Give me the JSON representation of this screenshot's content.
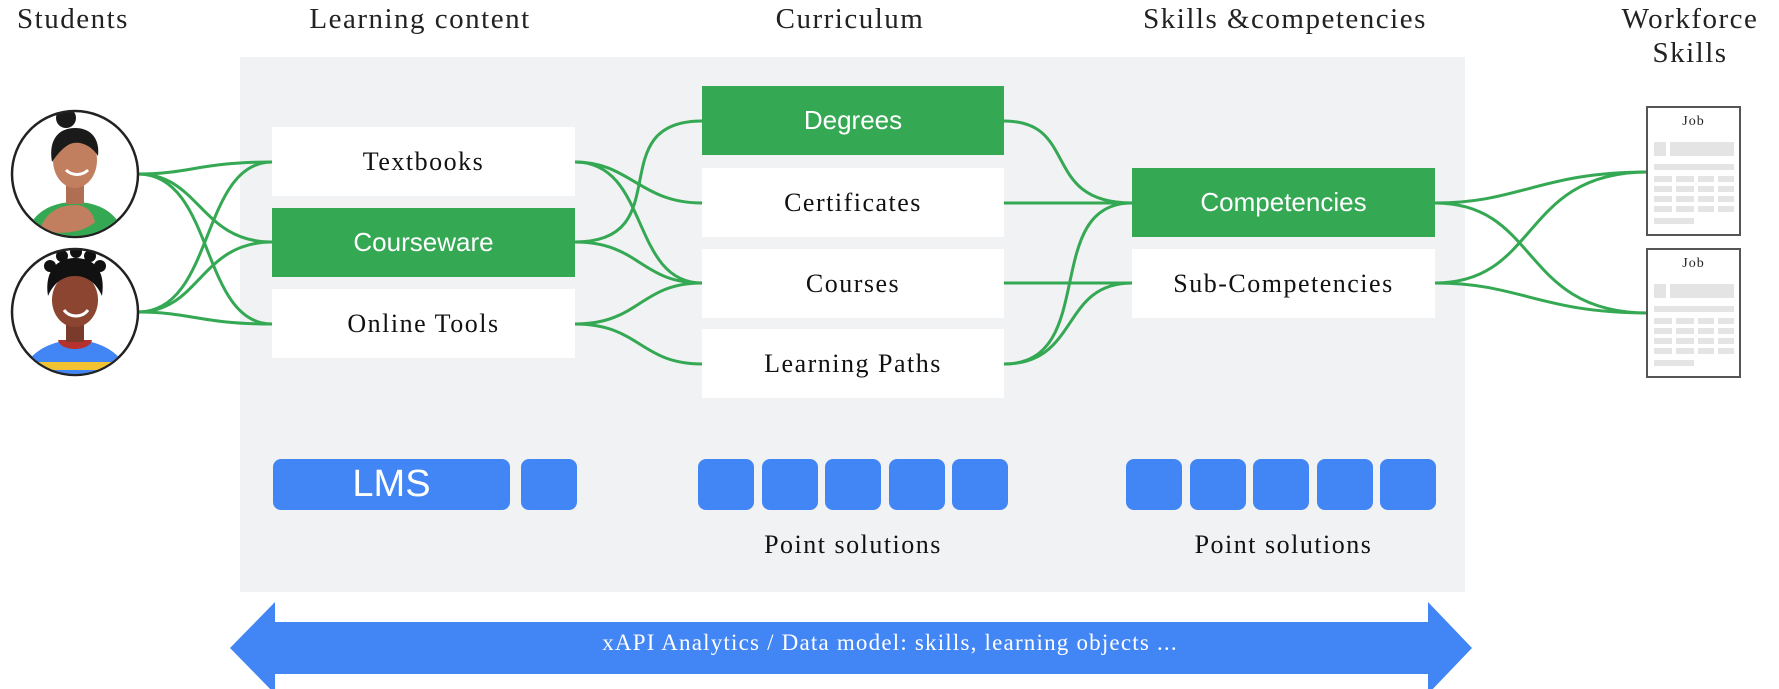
{
  "headers": {
    "students": "Students",
    "learning_content": "Learning content",
    "curriculum": "Curriculum",
    "skills": "Skills &competencies",
    "workforce_line1": "Workforce",
    "workforce_line2": "Skills"
  },
  "learning_content": {
    "textbooks": "Textbooks",
    "courseware": "Courseware",
    "online_tools": "Online Tools"
  },
  "curriculum": {
    "degrees": "Degrees",
    "certificates": "Certificates",
    "courses": "Courses",
    "learning_paths": "Learning Paths"
  },
  "skills": {
    "competencies": "Competencies",
    "sub_competencies": "Sub-Competencies"
  },
  "platforms": {
    "lms": "LMS",
    "point_solutions_1": "Point solutions",
    "point_solutions_2": "Point solutions"
  },
  "jobs": {
    "job1": "Job",
    "job2": "Job"
  },
  "arrow": {
    "text": "xAPI Analytics /  Data model: skills, learning objects ..."
  },
  "colors": {
    "green": "#34a853",
    "blue": "#4285f4",
    "panel": "#f1f2f4"
  }
}
